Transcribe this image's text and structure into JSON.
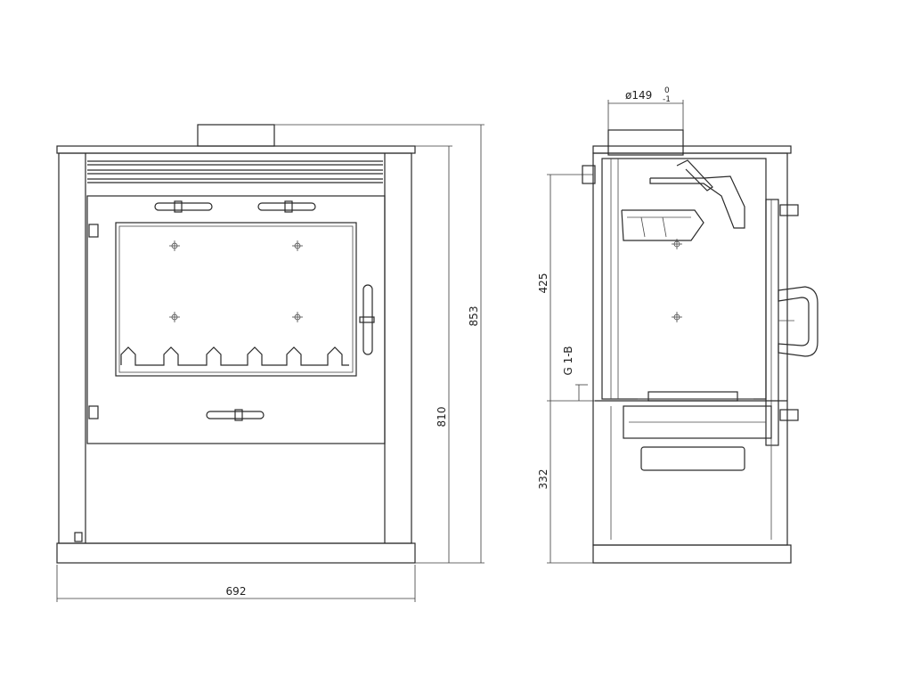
{
  "front_view": {
    "width_label": "692",
    "total_height_label": "853",
    "body_height_label": "810"
  },
  "side_view": {
    "flue_diameter_label": "ø149",
    "flue_tolerance_upper": "0",
    "flue_tolerance_lower": "-1",
    "upper_height_label": "425",
    "connection_label": "G 1-B",
    "lower_height_label": "332"
  }
}
